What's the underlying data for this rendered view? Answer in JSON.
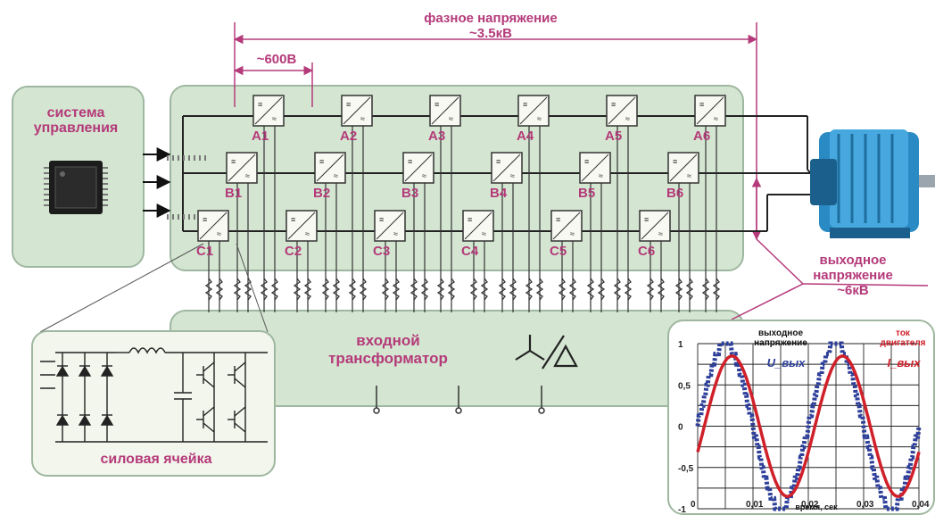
{
  "labels": {
    "phase_voltage": [
      "фазное напряжение",
      "~3.5кВ"
    ],
    "cell_voltage": "~600В",
    "control_system": [
      "система",
      "управления"
    ],
    "output_voltage": [
      "выходное",
      "напряжение",
      "~6кВ"
    ],
    "input_transformer": [
      "входной",
      "трансформатор"
    ],
    "power_cell": "силовая ячейка"
  },
  "cells": {
    "row_a": [
      "A1",
      "A2",
      "A3",
      "A4",
      "A5",
      "A6"
    ],
    "row_b": [
      "B1",
      "B2",
      "B3",
      "B4",
      "B5",
      "B6"
    ],
    "row_c": [
      "C1",
      "C2",
      "C3",
      "C4",
      "C5",
      "C6"
    ]
  },
  "colors": {
    "panel_fill": "#d4e6d1",
    "label_magenta": "#b43a7a",
    "chart_blue": "#2d3f9a",
    "chart_red": "#d0202a",
    "motor_blue": "#2a8bc4"
  },
  "chart_data": {
    "type": "line",
    "x": [
      0,
      0.005,
      0.01,
      0.015,
      0.02,
      0.025,
      0.03,
      0.035,
      0.04
    ],
    "x_ticks": [
      "0",
      "0,01",
      "0,02",
      "0,03",
      "0,04"
    ],
    "y_ticks": [
      "1",
      "0,5",
      "0",
      "-0,5",
      "-1"
    ],
    "xlim": [
      0,
      0.04
    ],
    "ylim": [
      -1,
      1
    ],
    "xlabel": "время, сек",
    "grid": true,
    "series": [
      {
        "name": "выходное напряжение",
        "symbol": "U_вых",
        "color": "#2d3f9a",
        "style": "stepped",
        "amplitude": 1,
        "period": 0.02,
        "phase_shift": 0
      },
      {
        "name": "ток двигателя",
        "symbol": "I_вых",
        "color": "#d0202a",
        "style": "smooth",
        "amplitude": 0.85,
        "period": 0.02,
        "phase_shift": 0.0012
      }
    ]
  }
}
